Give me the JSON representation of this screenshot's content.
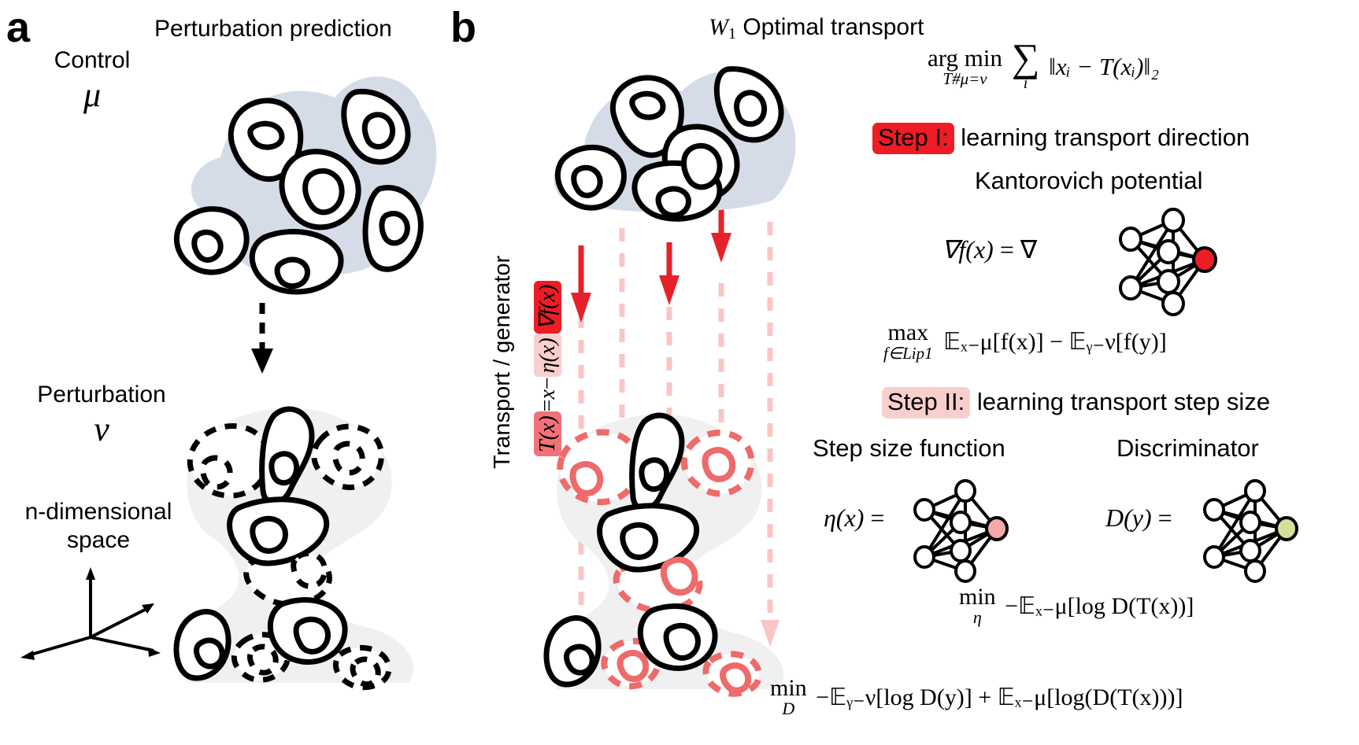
{
  "panel_a": {
    "letter": "a",
    "title": "Perturbation prediction",
    "control_label": "Control",
    "control_symbol": "μ",
    "perturbation_label": "Perturbation",
    "perturbation_symbol": "ν",
    "space_label_line1": "n-dimensional",
    "space_label_line2": "space",
    "source_blob_color": "#d5dce8",
    "target_blob_color": "#f0f0f0"
  },
  "panel_b": {
    "letter": "b",
    "title_prefix": "W",
    "title_sub": "1",
    "title_rest": " Optimal transport",
    "source_blob_color": "#d5dce8",
    "target_blob_color": "#f0f0f0",
    "arrow_color": "#e8202a",
    "arrow_faded_color": "#f9c6c4",
    "predicted_cell_color": "#ef6a6a",
    "transport_axis_label": "Transport / generator",
    "transport_formula": {
      "lhs": "T(x)",
      "equals": "=",
      "x_term": "x",
      "minus": "−",
      "eta_term": "η(x)",
      "grad_term": "∇f(x)",
      "lhs_highlight": "#f1737a",
      "eta_highlight": "#f9cfcd",
      "grad_highlight": "#ee1c25"
    }
  },
  "equations": {
    "objective": {
      "argmin": "arg min",
      "constraint": "T#μ=ν",
      "sum": "∑",
      "sum_index": "i",
      "body": "‖xᵢ − T(xᵢ)‖₂"
    },
    "step1": {
      "tag": "Step I:",
      "tag_color": "#ee1c25",
      "text": "learning transport direction",
      "subtitle": "Kantorovich potential",
      "lhs": "∇f(x)",
      "equals": "=",
      "grad": "∇",
      "net_output_color": "#ee1c25",
      "dual": {
        "max": "max",
        "constraint": "f∈Lip1",
        "body": "𝔼ₓ₋μ[f(x)] − 𝔼ᵧ₋ν[f(y)]"
      }
    },
    "step2": {
      "tag": "Step II:",
      "tag_color": "#f9cfcd",
      "text": "learning transport step size",
      "stepsize_title": "Step size function",
      "stepsize_lhs": "η(x)",
      "stepsize_equals": "=",
      "stepsize_node_color": "#f3a9a6",
      "discriminator_title": "Discriminator",
      "discriminator_lhs": "D(y)",
      "discriminator_equals": "=",
      "discriminator_node_color": "#d7e09a",
      "eta_objective": {
        "min": "min",
        "var": "η",
        "body": "−𝔼ₓ₋μ[log D(T(x))]"
      },
      "disc_objective": {
        "min": "min",
        "var": "D",
        "body": "−𝔼ᵧ₋ν[log D(y)] + 𝔼ₓ₋μ[log(D(T(x)))]"
      }
    }
  }
}
